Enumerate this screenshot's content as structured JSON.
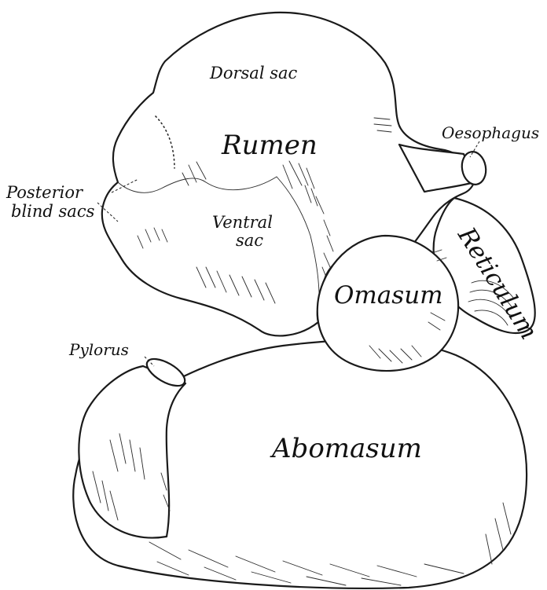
{
  "labels": {
    "dorsal_sac": "Dorsal sac",
    "rumen": "Rumen",
    "oesophagus": "Oesophagus",
    "posterior_line1": "Posterior",
    "posterior_line2": "blind sacs",
    "ventral_line1": "Ventral",
    "ventral_line2": "sac",
    "reticulum": "Reticulum",
    "omasum": "Omasum",
    "pylorus": "Pylorus",
    "abomasum": "Abomasum"
  },
  "colors": {
    "ink": "#1a1a1a",
    "paper": "#ffffff"
  }
}
